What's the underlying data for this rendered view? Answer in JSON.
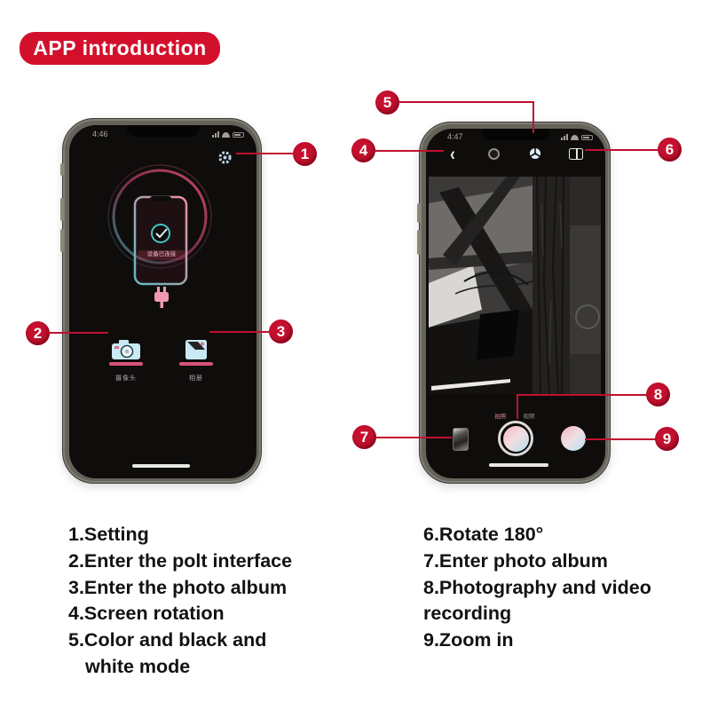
{
  "banner": {
    "label": "APP introduction"
  },
  "colors": {
    "accent_red": "#c5102f",
    "banner_red": "#d3102c",
    "callout_line": "#c01030",
    "screen_black": "#0e0d0c",
    "pink_accent": "#d8527a",
    "icon_blue": "#c9e9f5"
  },
  "icons": {
    "back_chevron": "‹",
    "settings": "gear-icon",
    "color_mode": "trefoil-icon",
    "rotate": "split-rect-icon"
  },
  "left_phone": {
    "status_time": "4:46",
    "device_connected_label": "设备已连接",
    "camera_button_label": "摄像头",
    "album_button_label": "相册"
  },
  "right_phone": {
    "status_time": "4:47",
    "photo_tab_label": "拍照",
    "video_tab_label": "视频"
  },
  "callouts": [
    "1",
    "2",
    "3",
    "4",
    "5",
    "6",
    "7",
    "8",
    "9"
  ],
  "legend": {
    "left_lines": [
      "1.Setting",
      "2.Enter the polt interface",
      "3.Enter the photo album",
      "4.Screen rotation",
      "5.Color and black and",
      "white mode"
    ],
    "right_lines": [
      "6.Rotate 180°",
      "7.Enter photo album",
      "8.Photography and video",
      "recording",
      "9.Zoom in"
    ]
  }
}
